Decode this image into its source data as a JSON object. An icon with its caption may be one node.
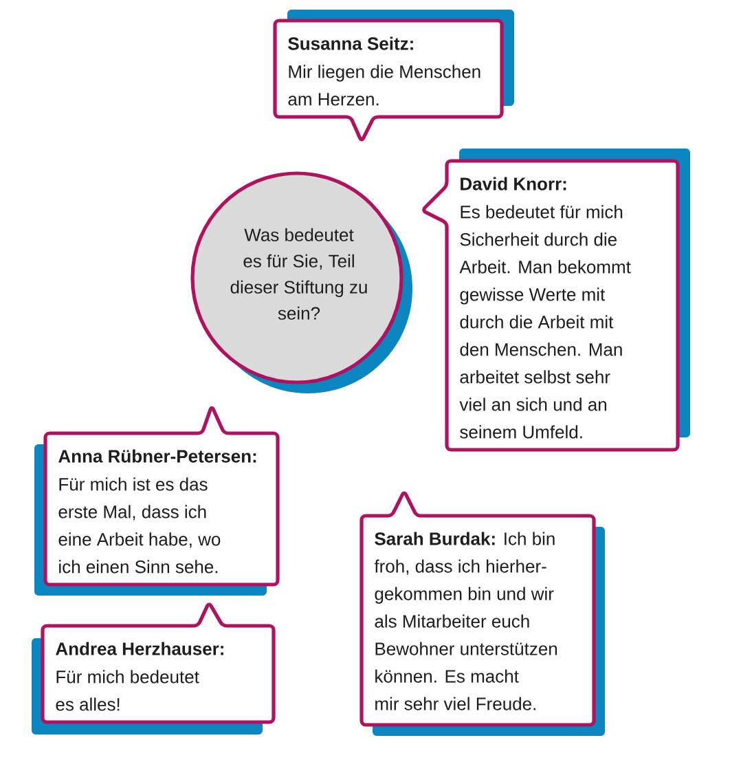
{
  "diagram": {
    "nodes": [
      {
        "text": [
          "Susanna Seitz:",
          "Mir liegen die Menschen am Herzen."
        ]
      },
      {
        "text": [
          "Was bedeutet es für Sie, Teil dieser Stiftung zu sein?"
        ]
      },
      {
        "text": [
          "David Knorr:",
          "Es bedeutet für mich Sicherheit durch die Arbeit. Man bekommt gewisse Werte mit durch die Arbeit mit den Menschen. Man arbeitet selbst sehr viel an sich und an seinem Umfeld."
        ]
      },
      {
        "text": [
          "Anna Rübner-Petersen:",
          "Für mich ist es das erste Mal, dass ich eine Arbeit habe, wo ich einen Sinn sehe."
        ]
      },
      {
        "text": [
          "**Sarah Burdak:** Ich bin froh, dass ich hierher- gekommen bin und wir als Mitarbeiter euch Bewohner unterstützen können. Es macht mir sehr viel Freude."
        ]
      },
      {
        "text": [
          "Andrea Herzhauser:",
          "Für mich bedeutet es alles!"
        ]
      }
    ]
  }
}
